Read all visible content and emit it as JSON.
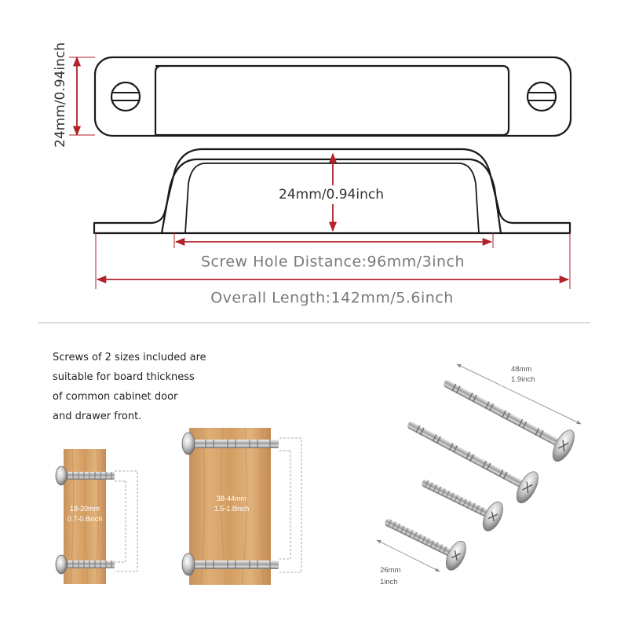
{
  "top_diagram": {
    "height_label_side": "24mm/0.94inch",
    "height_label_center": "24mm/0.94inch",
    "screw_hole_distance": "Screw Hole Distance:96mm/3inch",
    "overall_length": "Overall Length:142mm/5.6inch"
  },
  "description": {
    "lines": [
      "Screws of 2 sizes included are",
      "suitable for board thickness",
      "of common cabinet door",
      "and drawer front."
    ]
  },
  "thin_board": {
    "label_mm": "18-20mm",
    "label_inch": "0.7-0.8inch"
  },
  "thick_board": {
    "label_mm": "38-44mm",
    "label_inch": "1.5-1.8inch"
  },
  "screws": {
    "long_label_mm": "48mm",
    "long_label_inch": "1.9inch",
    "short_label_mm": "26mm",
    "short_label_inch": "1inch"
  },
  "colors": {
    "dimension_red": "#b1222b",
    "outline": "#1a1a1a",
    "wood": "#d7a46a",
    "divider": "#c8c8c8"
  }
}
